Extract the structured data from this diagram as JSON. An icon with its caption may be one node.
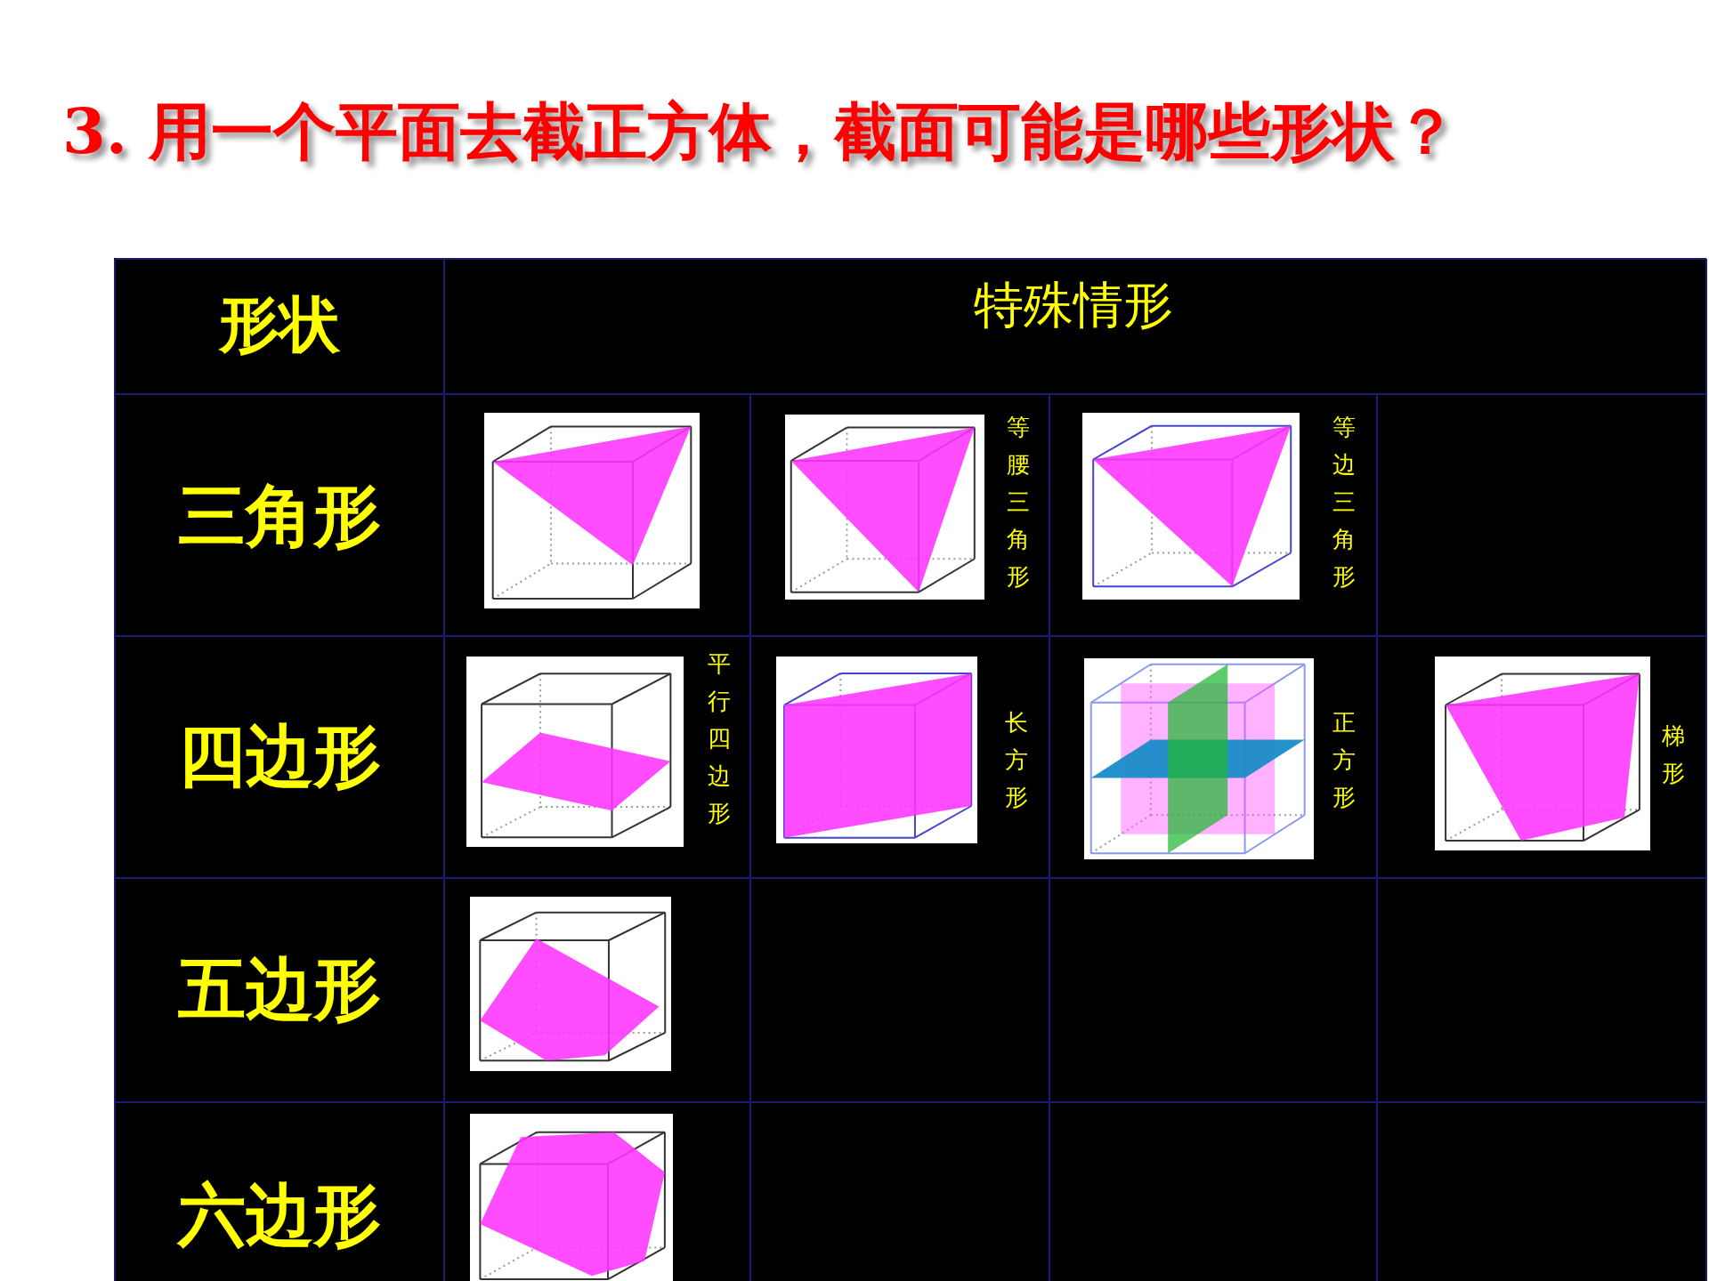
{
  "diagram": {
    "title": "3. 用一个平面去截正方体，截面可能是哪些形状？",
    "labels": [
      "形状",
      "特殊情形",
      "三角形",
      "等腰三角形",
      "等边三角形",
      "四边形",
      "平行四边形",
      "长方形",
      "正方形",
      "梯形",
      "五边形",
      "六边形"
    ]
  }
}
